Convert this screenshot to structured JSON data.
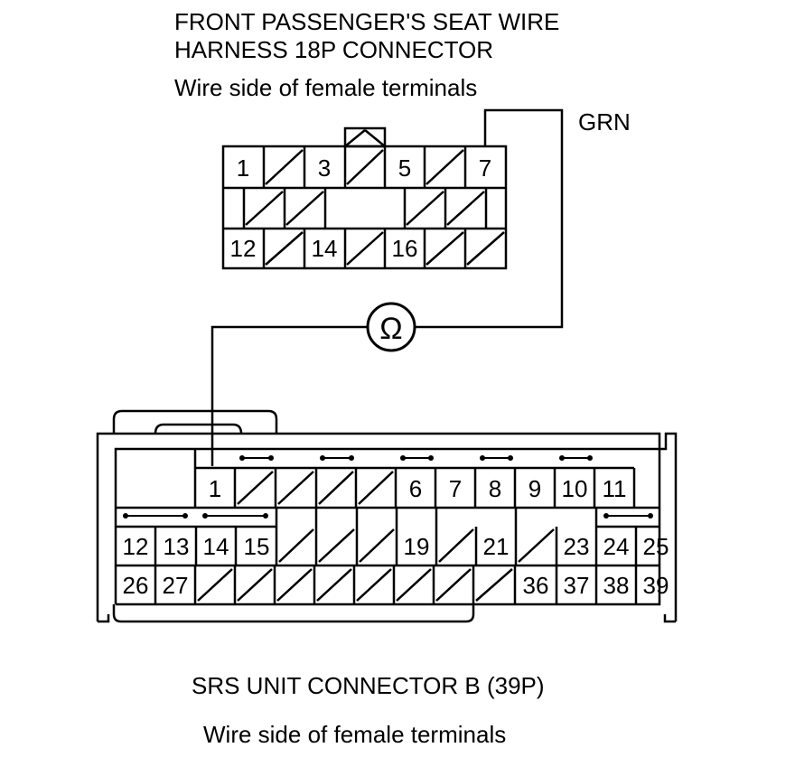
{
  "top_connector": {
    "title_line1": "FRONT PASSENGER'S SEAT WIRE",
    "title_line2": "HARNESS 18P CONNECTOR",
    "subtitle": "Wire side of female terminals",
    "wire_color": "GRN",
    "terminals": [
      "1",
      "3",
      "5",
      "7",
      "12",
      "14",
      "16"
    ]
  },
  "meter": {
    "symbol": "Ω"
  },
  "bottom_connector": {
    "title": "SRS UNIT CONNECTOR B (39P)",
    "subtitle": "Wire side of female terminals",
    "terminals": [
      "1",
      "6",
      "7",
      "8",
      "9",
      "10",
      "11",
      "12",
      "13",
      "14",
      "15",
      "19",
      "21",
      "23",
      "24",
      "25",
      "26",
      "27",
      "36",
      "37",
      "38",
      "39"
    ]
  },
  "colors": {
    "line": "#000000",
    "background": "#ffffff"
  }
}
